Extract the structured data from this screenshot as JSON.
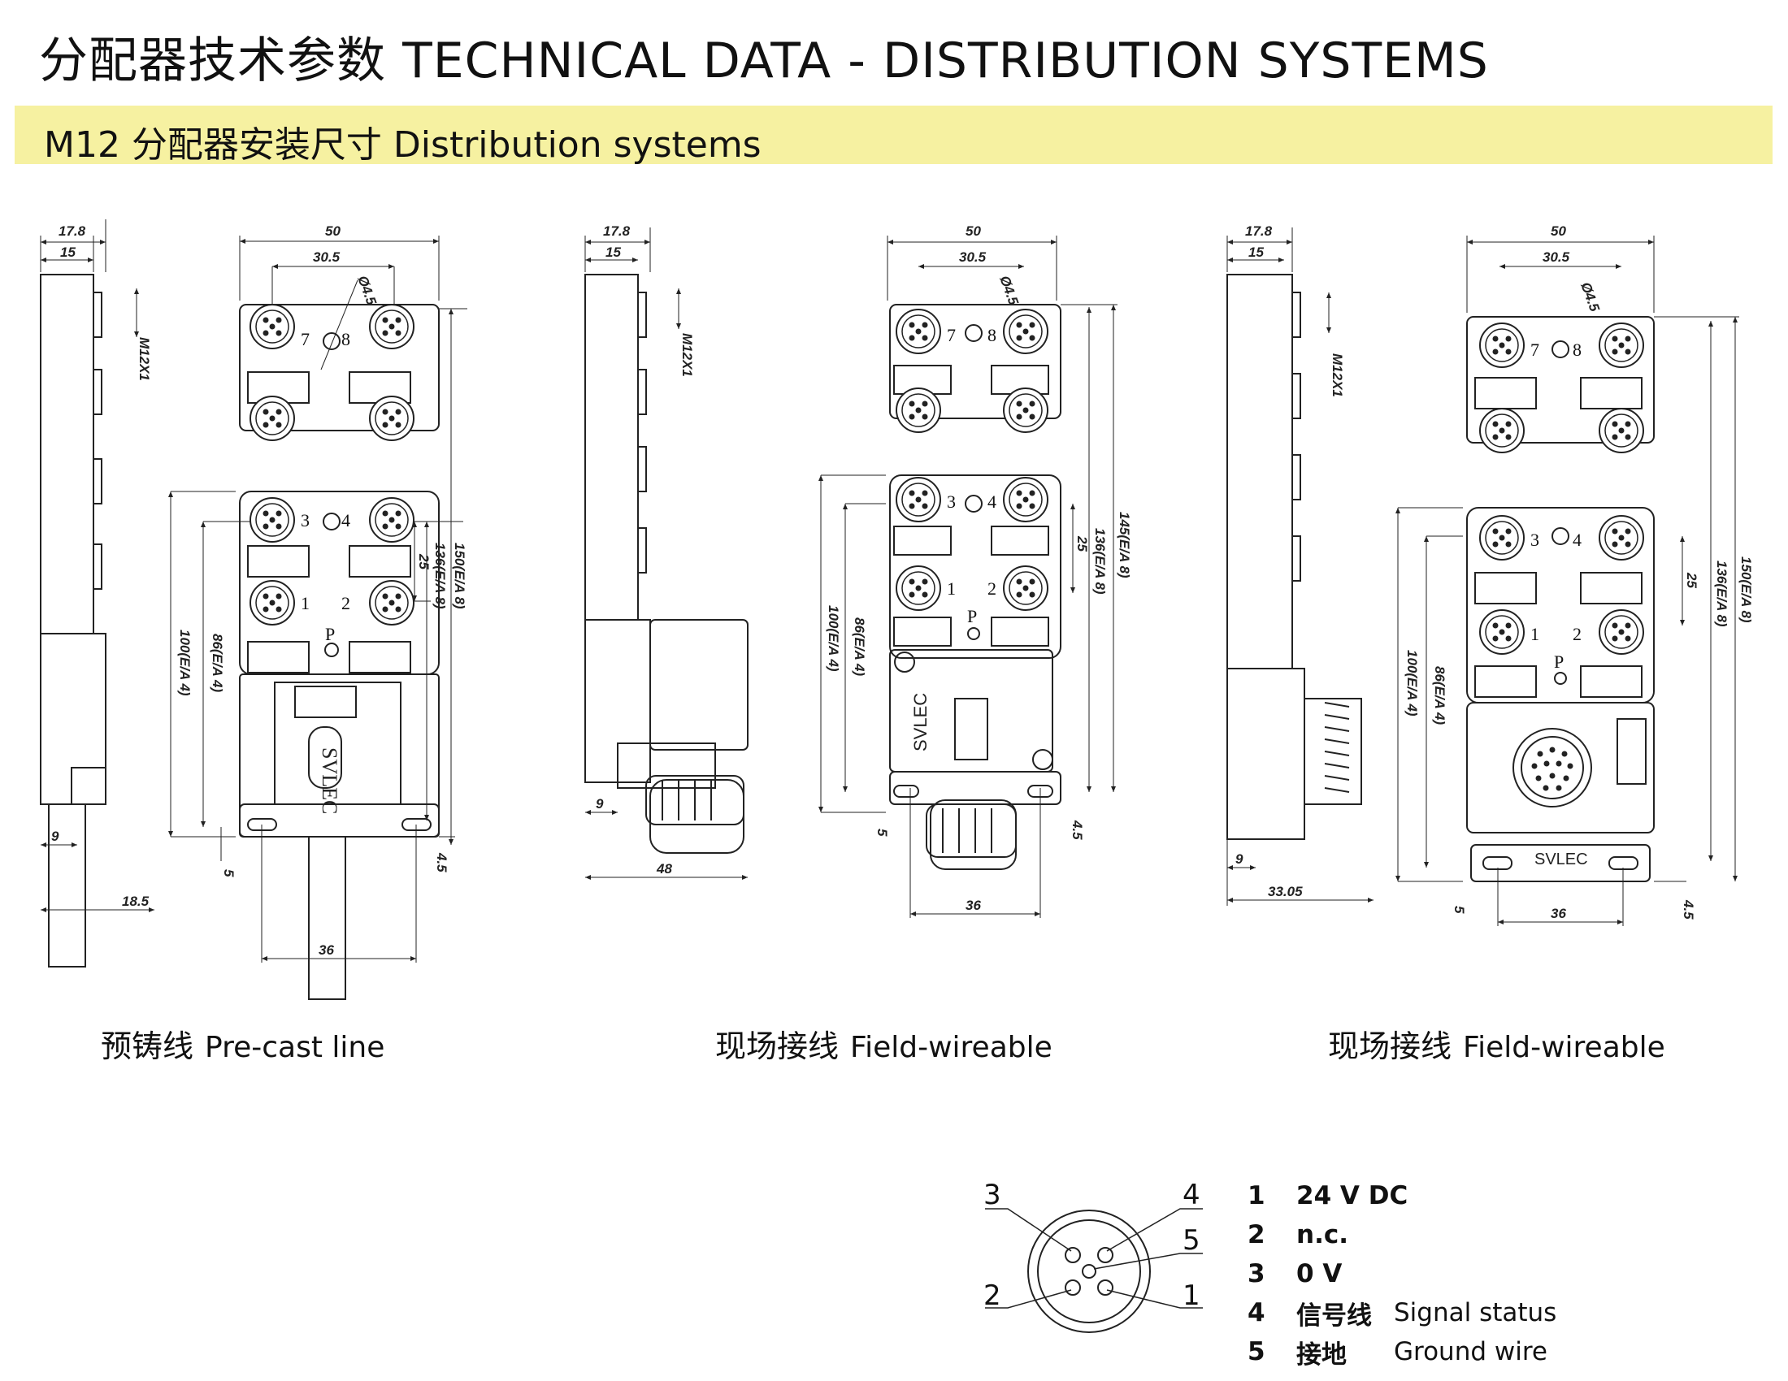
{
  "header": {
    "title": "分配器技术参数  TECHNICAL DATA - DISTRIBUTION SYSTEMS",
    "subtitle": "M12 分配器安装尺寸  Distribution systems"
  },
  "views": [
    {
      "caption_zh": "预铸线",
      "caption_en": "Pre-cast line"
    },
    {
      "caption_zh": "现场接线",
      "caption_en": "Field-wireable"
    },
    {
      "caption_zh": "现场接线",
      "caption_en": "Field-wireable"
    }
  ],
  "dims": {
    "d17_8": "17.8",
    "d15": "15",
    "d50": "50",
    "d30_5": "30.5",
    "phi4_5": "Ø4.5",
    "m12": "M12X1",
    "d150": "150(E/A 8)",
    "d145": "145(E/A 8)",
    "d136": "136(E/A 8)",
    "d25": "25",
    "d100": "100(E/A 4)",
    "d86": "86(E/A 4)",
    "d9": "9",
    "d18_5": "18.5",
    "d5": "5",
    "d4_5": "4.5",
    "d36": "36",
    "d48": "48",
    "d33_05": "33.05"
  },
  "brand": "SVLEC",
  "pins": {
    "p1": "1",
    "p2": "2",
    "p3": "3",
    "p4": "4",
    "p7": "7",
    "p8": "8",
    "pP": "P"
  },
  "pinout": {
    "labels": [
      "3",
      "4",
      "5",
      "2",
      "1"
    ],
    "legend": [
      {
        "num": "1",
        "name": "24 V DC",
        "desc": ""
      },
      {
        "num": "2",
        "name": "n.c.",
        "desc": ""
      },
      {
        "num": "3",
        "name": "0 V",
        "desc": ""
      },
      {
        "num": "4",
        "name": "信号线",
        "desc": "Signal status"
      },
      {
        "num": "5",
        "name": "接地",
        "desc": "Ground wire"
      }
    ]
  }
}
